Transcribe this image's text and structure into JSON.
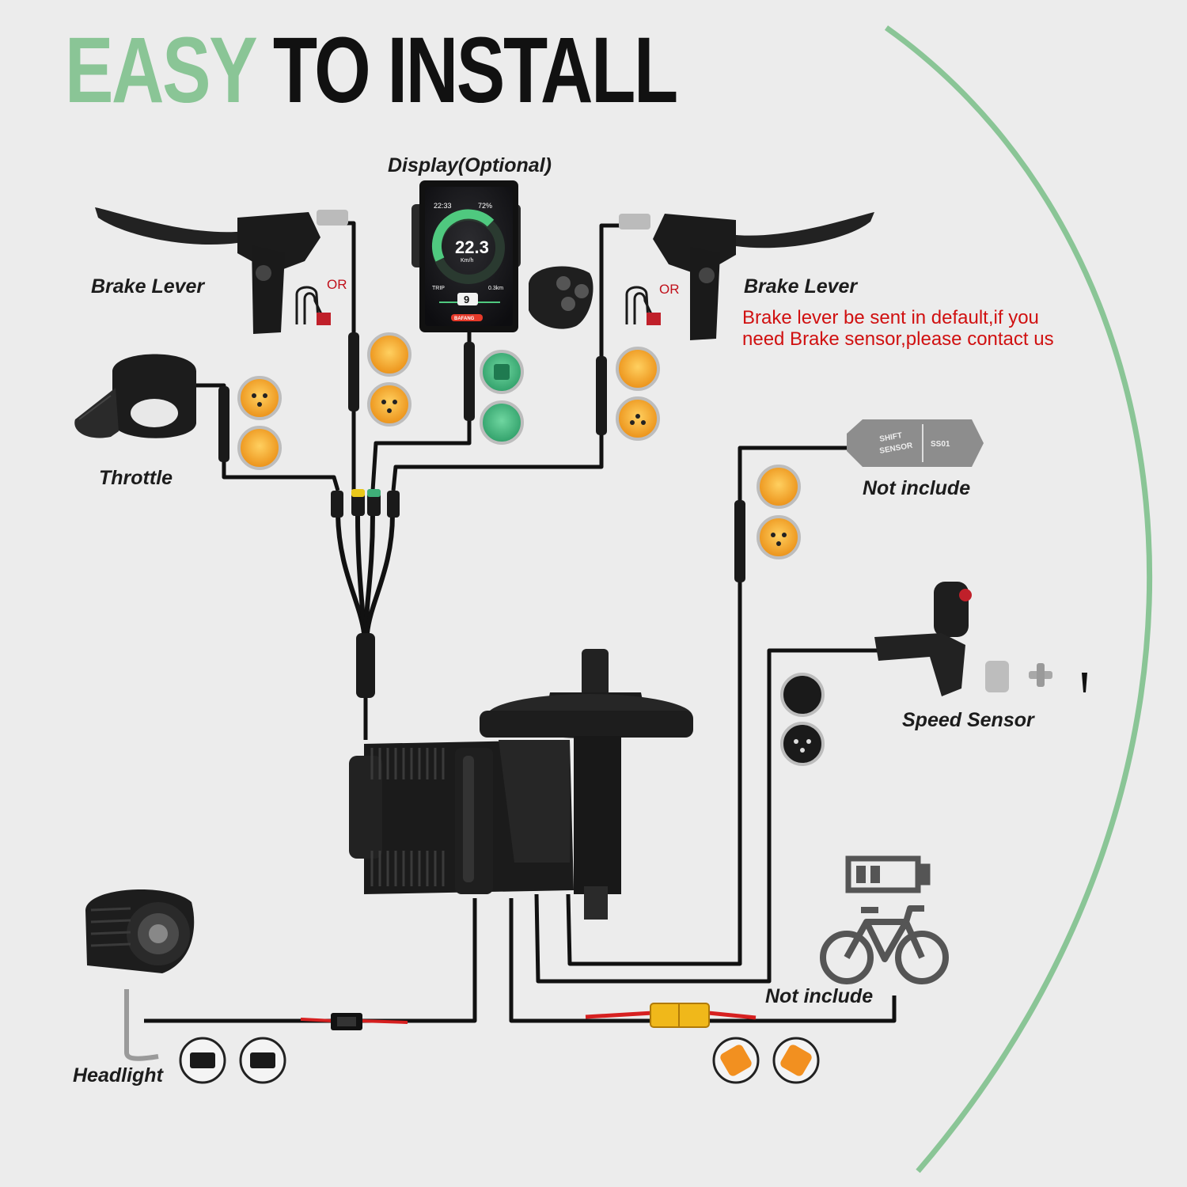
{
  "title": {
    "part1": "EASY",
    "part2": "TO INSTALL"
  },
  "labels": {
    "display": "Display(Optional)",
    "brake_left": "Brake Lever",
    "brake_right": "Brake Lever",
    "throttle": "Throttle",
    "shift_sensor_not_included": "Not include",
    "speed_sensor": "Speed Sensor",
    "battery_not_included": "Not include",
    "headlight": "Headlight",
    "or_left": "OR",
    "or_right": "OR"
  },
  "brake_note": {
    "line1": "Brake lever be sent in default,if you",
    "line2": "need Brake sensor,please contact us"
  },
  "display_screen": {
    "time": "22:33",
    "battery": "72%",
    "speed": "22.3",
    "unit": "Km/h",
    "trip_label": "TRIP",
    "trip_value": "0.3km",
    "gear": "9",
    "brand": "BAFANG"
  },
  "shift_sensor": {
    "line1": "SHIFT",
    "line2": "SENSOR",
    "model": "SS01"
  },
  "colors": {
    "accent_green": "#8ac596",
    "title_black": "#111111",
    "warning_red": "#d01010",
    "connector_orange": "#f4a21c",
    "connector_green": "#3fae78"
  }
}
